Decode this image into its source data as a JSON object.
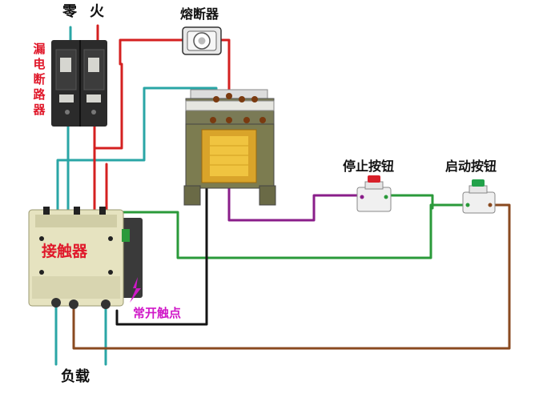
{
  "labels": {
    "neutral": "零",
    "live": "火",
    "fuse": "熔断器",
    "breaker": "漏电断路器",
    "contactor": "接触器",
    "stop_button": "停止按钮",
    "start_button": "启动按钮",
    "no_contact": "常开触点",
    "load": "负载"
  },
  "colors": {
    "live_wire": "#d42020",
    "neutral_wire": "#2aa6a6",
    "control_green": "#2a9a3a",
    "control_purple": "#8a1e8a",
    "control_brown": "#8a4a20",
    "control_black": "#141414",
    "label_red": "#e0182a",
    "label_magenta": "#d018c8",
    "stop_cap": "#d8202a",
    "start_cap": "#22a24a"
  },
  "icons": [
    "breaker-icon",
    "fuse-icon",
    "transformer-icon",
    "contactor-icon",
    "stop-button-icon",
    "start-button-icon"
  ]
}
